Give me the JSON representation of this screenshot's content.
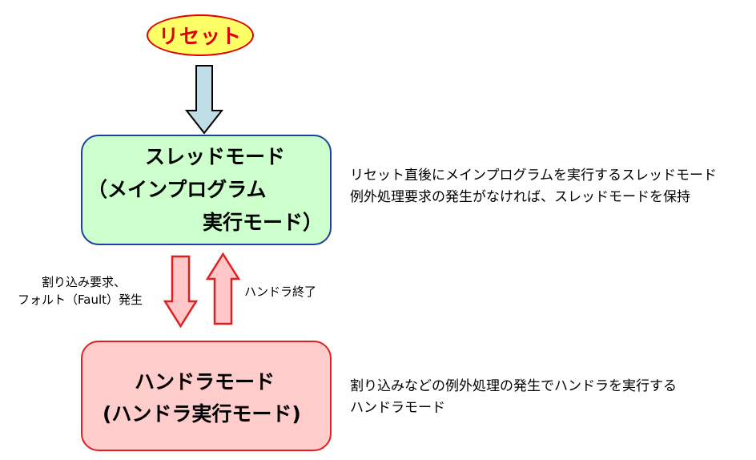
{
  "reset": {
    "label": "リセット"
  },
  "thread_mode": {
    "line1": "スレッドモード",
    "line2": "（メインプログラム",
    "line3": "実行モード）",
    "description": [
      "リセット直後にメインプログラムを実行するスレッドモード",
      "例外処理要求の発生がなければ、スレッドモードを保持"
    ]
  },
  "transitions": {
    "to_handler": [
      "割り込み要求、",
      "フォルト（Fault）発生"
    ],
    "to_thread": "ハンドラ終了"
  },
  "handler_mode": {
    "line1": "ハンドラモード",
    "line2": "(ハンドラ実行モード)",
    "description": [
      "割り込みなどの例外処理の発生でハンドラを実行する",
      "ハンドラモード"
    ]
  },
  "colors": {
    "reset_fill": "#ffff66",
    "reset_border": "#e00000",
    "thread_fill": "#ccffcc",
    "thread_border": "#1f3fa0",
    "handler_fill": "#ffcccc",
    "handler_border": "#e02020",
    "reset_arrow_fill": "#bfdde6",
    "transition_arrow_fill": "#ffc7c7",
    "transition_arrow_border": "#e02020"
  }
}
